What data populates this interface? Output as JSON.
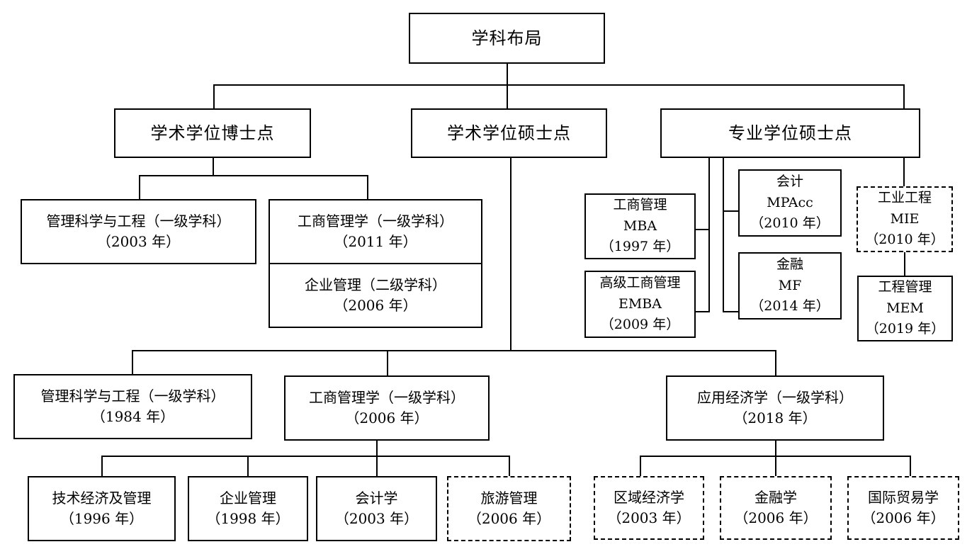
{
  "root": {
    "label": "学科布局"
  },
  "categories": [
    {
      "label": "学术学位博士点"
    },
    {
      "label": "学术学位硕士点"
    },
    {
      "label": "专业学位硕士点"
    }
  ],
  "doctoral": [
    {
      "name": "管理科学与工程（一级学科）",
      "year": "（2003 年）"
    },
    {
      "name": "工商管理学（一级学科）",
      "year": "（2011 年）"
    },
    {
      "name": "企业管理（二级学科）",
      "year": "（2006 年）"
    }
  ],
  "professional": [
    {
      "name": "工商管理",
      "code": "MBA",
      "year": "（1997 年）"
    },
    {
      "name": "高级工商管理",
      "code": "EMBA",
      "year": "（2009 年）"
    },
    {
      "name": "会计",
      "code": "MPAcc",
      "year": "（2010 年）"
    },
    {
      "name": "金融",
      "code": "MF",
      "year": "（2014 年）"
    },
    {
      "name": "工业工程",
      "code": "MIE",
      "year": "（2010 年）"
    },
    {
      "name": "工程管理",
      "code": "MEM",
      "year": "（2019 年）"
    }
  ],
  "masters": [
    {
      "name": "管理科学与工程（一级学科）",
      "year": "（1984 年）"
    },
    {
      "name": "工商管理学（一级学科）",
      "year": "（2006 年）"
    },
    {
      "name": "应用经济学（一级学科）",
      "year": "（2018 年）"
    }
  ],
  "masters_business_sub": [
    {
      "name": "技术经济及管理",
      "year": "（1996 年）"
    },
    {
      "name": "企业管理",
      "year": "（1998 年）"
    },
    {
      "name": "会计学",
      "year": "（2003 年）"
    },
    {
      "name": "旅游管理",
      "year": "（2006 年）"
    }
  ],
  "masters_econ_sub": [
    {
      "name": "区域经济学",
      "year": "（2003 年）"
    },
    {
      "name": "金融学",
      "year": "（2006 年）"
    },
    {
      "name": "国际贸易学",
      "year": "（2006 年）"
    }
  ]
}
